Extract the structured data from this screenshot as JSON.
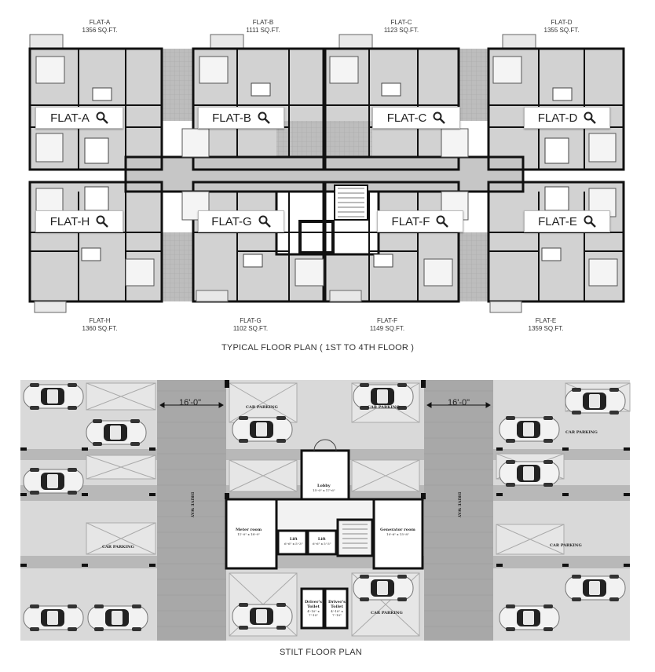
{
  "typical_plan": {
    "title": "TYPICAL FLOOR PLAN ( 1ST TO 4TH FLOOR )",
    "flats_top": [
      {
        "name": "FLAT-A",
        "area": "1356 SQ.FT."
      },
      {
        "name": "FLAT-B",
        "area": "1111 SQ.FT."
      },
      {
        "name": "FLAT-C",
        "area": "1123 SQ.FT."
      },
      {
        "name": "FLAT-D",
        "area": "1355 SQ.FT."
      }
    ],
    "flats_bottom": [
      {
        "name": "FLAT-H",
        "area": "1360 SQ.FT."
      },
      {
        "name": "FLAT-G",
        "area": "1102 SQ.FT."
      },
      {
        "name": "FLAT-F",
        "area": "1149 SQ.FT."
      },
      {
        "name": "FLAT-E",
        "area": "1359 SQ.FT."
      }
    ],
    "buttons": [
      "FLAT-A",
      "FLAT-B",
      "FLAT-C",
      "FLAT-D",
      "FLAT-H",
      "FLAT-G",
      "FLAT-F",
      "FLAT-E"
    ],
    "button_icon": "magnifier-icon"
  },
  "stilt_plan": {
    "title": "STILT FLOOR PLAN",
    "dimension_left": "16'-0\"",
    "dimension_right": "16'-0\"",
    "drive_way": "DRIVE WAY",
    "car_parking": "CAR PARKING",
    "rooms": {
      "lobby": {
        "name": "Lobby",
        "size": "15'-0\" x 17'-6\""
      },
      "meter": {
        "name": "Meter room",
        "size": "11'-0\" x 18'-9\""
      },
      "generator": {
        "name": "Generator room",
        "size": "10'-6\" x 15'-8\""
      },
      "lift1": {
        "name": "Lift",
        "size": "6'-6\" x 5'-3\""
      },
      "lift2": {
        "name": "Lift",
        "size": "6'-6\" x 5'-3\""
      },
      "toilet1": {
        "name": "Driver's Toilet",
        "size": "4'-10\" x 7'-10\""
      },
      "toilet2": {
        "name": "Driver's Toilet",
        "size": "4'-10\" x 7'-10\""
      }
    }
  },
  "colors": {
    "wall": "#111111",
    "floor_grey": "#cfcfcf",
    "floor_light": "#e6e6e6",
    "drive_grey": "#a9a9a9",
    "room_white": "#ffffff"
  }
}
